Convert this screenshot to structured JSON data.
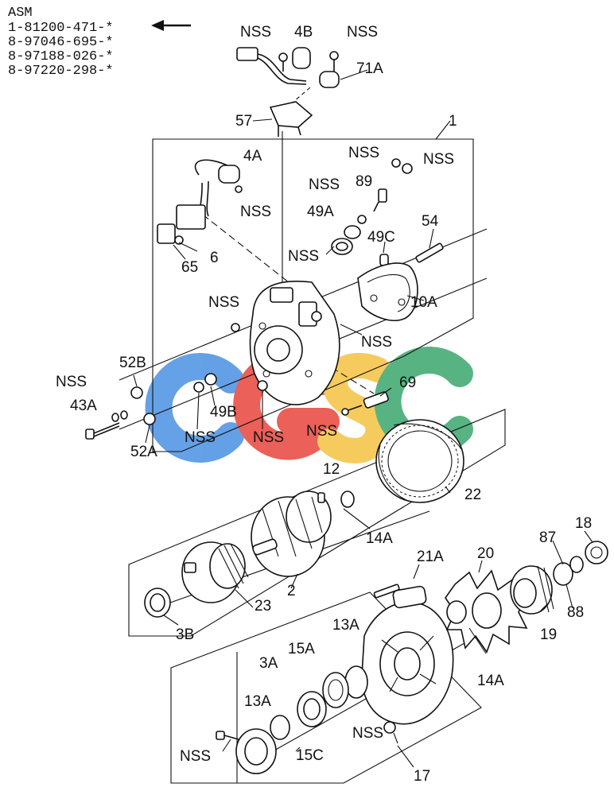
{
  "assembly": {
    "title": "ASM",
    "part_numbers": [
      "1-81200-471-*",
      "8-97046-695-*",
      "8-97188-026-*",
      "8-97220-298-*"
    ]
  },
  "watermark": {
    "letters": [
      "C",
      "G",
      "S",
      "C"
    ],
    "colors": [
      "#4a90e2",
      "#e8453c",
      "#f5c342",
      "#3aa76d"
    ]
  },
  "callouts": {
    "nss": "NSS",
    "p1": "1",
    "p2": "2",
    "p3A": "3A",
    "p3B": "3B",
    "p4A": "4A",
    "p4B": "4B",
    "p6": "6",
    "p10A": "10A",
    "p12": "12",
    "p13A": "13A",
    "p14A": "14A",
    "p15A": "15A",
    "p15C": "15C",
    "p17": "17",
    "p18": "18",
    "p19": "19",
    "p20": "20",
    "p21A": "21A",
    "p22": "22",
    "p23": "23",
    "p43A": "43A",
    "p49A": "49A",
    "p49B": "49B",
    "p49C": "49C",
    "p52A": "52A",
    "p52B": "52B",
    "p54": "54",
    "p57": "57",
    "p65": "65",
    "p69": "69",
    "p71A": "71A",
    "p87": "87",
    "p88": "88",
    "p89": "89"
  }
}
